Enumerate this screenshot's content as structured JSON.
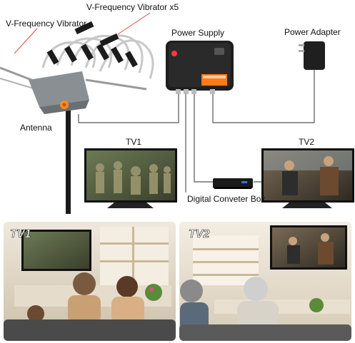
{
  "labels": {
    "v_frequency_vibrator_x5": "V-Frequency Vibrator x5",
    "v_frequency_vibrator": "V-Frequency Vibrator",
    "power_supply": "Power Supply",
    "power_adapter": "Power Adapter",
    "antenna": "Antenna",
    "tv1": "TV1",
    "tv2": "TV2",
    "digital_converter_box": "Digital Conveter Box"
  },
  "photo_tags": {
    "tv1": "TV1",
    "tv2": "TV2"
  },
  "colors": {
    "wire": "#555555",
    "pointer_line": "#e04a4a",
    "accent_orange": "#ff7a1a",
    "room_wall": "#d9cdb8",
    "sofa": "#4a4a4a"
  }
}
